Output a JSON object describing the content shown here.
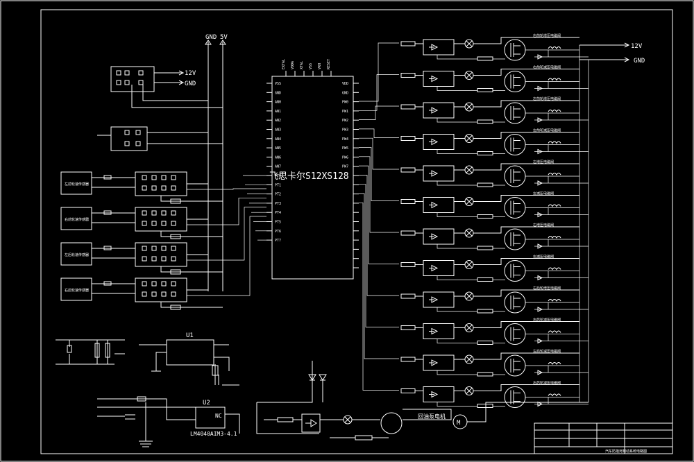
{
  "power_rail": {
    "gnd": "GND",
    "v5": "5V"
  },
  "right_supply": {
    "v12": "12V",
    "gnd": "GND"
  },
  "power_connector": {
    "v12": "12V",
    "gnd": "GND"
  },
  "mcu": {
    "label": "飞思卡尔S12XS128",
    "left_pins": [
      "VSS",
      "GND",
      "AN0",
      "AN1",
      "AN2",
      "AN3",
      "AN4",
      "AN5",
      "AN6",
      "AN7",
      "PT0",
      "PT1",
      "PT2",
      "PT3",
      "PT4",
      "PT5",
      "PT6",
      "PT7"
    ],
    "top_pins": [
      "EXTAL",
      "VDDA",
      "XTAL",
      "VSS",
      "VRH",
      "RESET"
    ],
    "right_pins": [
      "VDD",
      "GND",
      "PW0",
      "PW1",
      "PW2",
      "PW3",
      "PW4",
      "PW5",
      "PW6",
      "PW7"
    ]
  },
  "sensors": [
    {
      "label": "左前轮速传感器"
    },
    {
      "label": "右前轮速传感器"
    },
    {
      "label": "左后轮速传感器"
    },
    {
      "label": "右后轮速传感器"
    }
  ],
  "channels": [
    {
      "label": "右前轮增压电磁阀"
    },
    {
      "label": "右前轮减压电磁阀"
    },
    {
      "label": "左前轮增压电磁阀"
    },
    {
      "label": "左前轮减压电磁阀"
    },
    {
      "label": "左增压电磁阀"
    },
    {
      "label": "左减压电磁阀"
    },
    {
      "label": "右增压电磁阀"
    },
    {
      "label": "右减压电磁阀"
    },
    {
      "label": "右后轮增压电磁阀"
    },
    {
      "label": "右后轮减压电磁阀"
    },
    {
      "label": "左后轮减压电磁阀"
    },
    {
      "label": "右后轮减压电磁阀"
    }
  ],
  "pump": {
    "label": "回油泵电机",
    "motor": "M"
  },
  "u1": {
    "ref": "U1"
  },
  "u2": {
    "ref": "U2",
    "part": "LM4040AIM3-4.1",
    "nc": "NC"
  },
  "title_block": {
    "title": "汽车防抱死制动系统电路图"
  }
}
